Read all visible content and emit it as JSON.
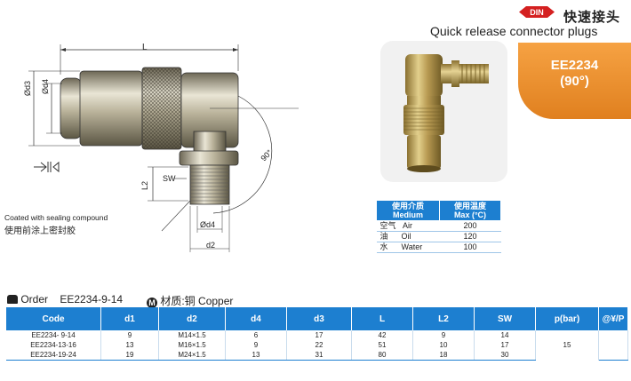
{
  "header": {
    "badge": "DIN",
    "title_cn": "快速接头",
    "title_en": "Quick release connector plugs",
    "model_line1": "EE2234",
    "model_line2": "(90°)"
  },
  "drawing": {
    "L": "L",
    "d3": "Ød3",
    "d4_left": "Ød4",
    "angle": "90°",
    "SW": "SW",
    "L2": "L2",
    "d4_bottom": "Ød4",
    "d2": "d2",
    "note_en": "Coated with sealing compound",
    "note_cn": "使用前涂上密封胶"
  },
  "medium_table": {
    "headers": [
      [
        "使用介质",
        "Medium"
      ],
      [
        "使用温度",
        "Max (°C)"
      ]
    ],
    "rows": [
      [
        "空气",
        "Air",
        "200"
      ],
      [
        "油",
        "Oil",
        "120"
      ],
      [
        "水",
        "Water",
        "100"
      ]
    ]
  },
  "order": {
    "label": "Order",
    "code": "EE2234-9-14"
  },
  "material": {
    "label": "材质:铜",
    "en": "Copper"
  },
  "dims_table": {
    "headers": [
      "Code",
      "d1",
      "d2",
      "d4",
      "d3",
      "L",
      "L2",
      "SW",
      "p(bar)",
      "@¥/P"
    ],
    "rows": [
      [
        "EE2234- 9-14",
        "9",
        "M14×1.5",
        "6",
        "17",
        "42",
        "9",
        "14"
      ],
      [
        "EE2234-13-16",
        "13",
        "M16×1.5",
        "9",
        "22",
        "51",
        "10",
        "17"
      ],
      [
        "EE2234-19-24",
        "19",
        "M24×1.5",
        "13",
        "31",
        "80",
        "18",
        "30"
      ]
    ],
    "pressure": "15"
  },
  "colors": {
    "accent": "#1d7fd0",
    "orange": "#f09a3a"
  }
}
